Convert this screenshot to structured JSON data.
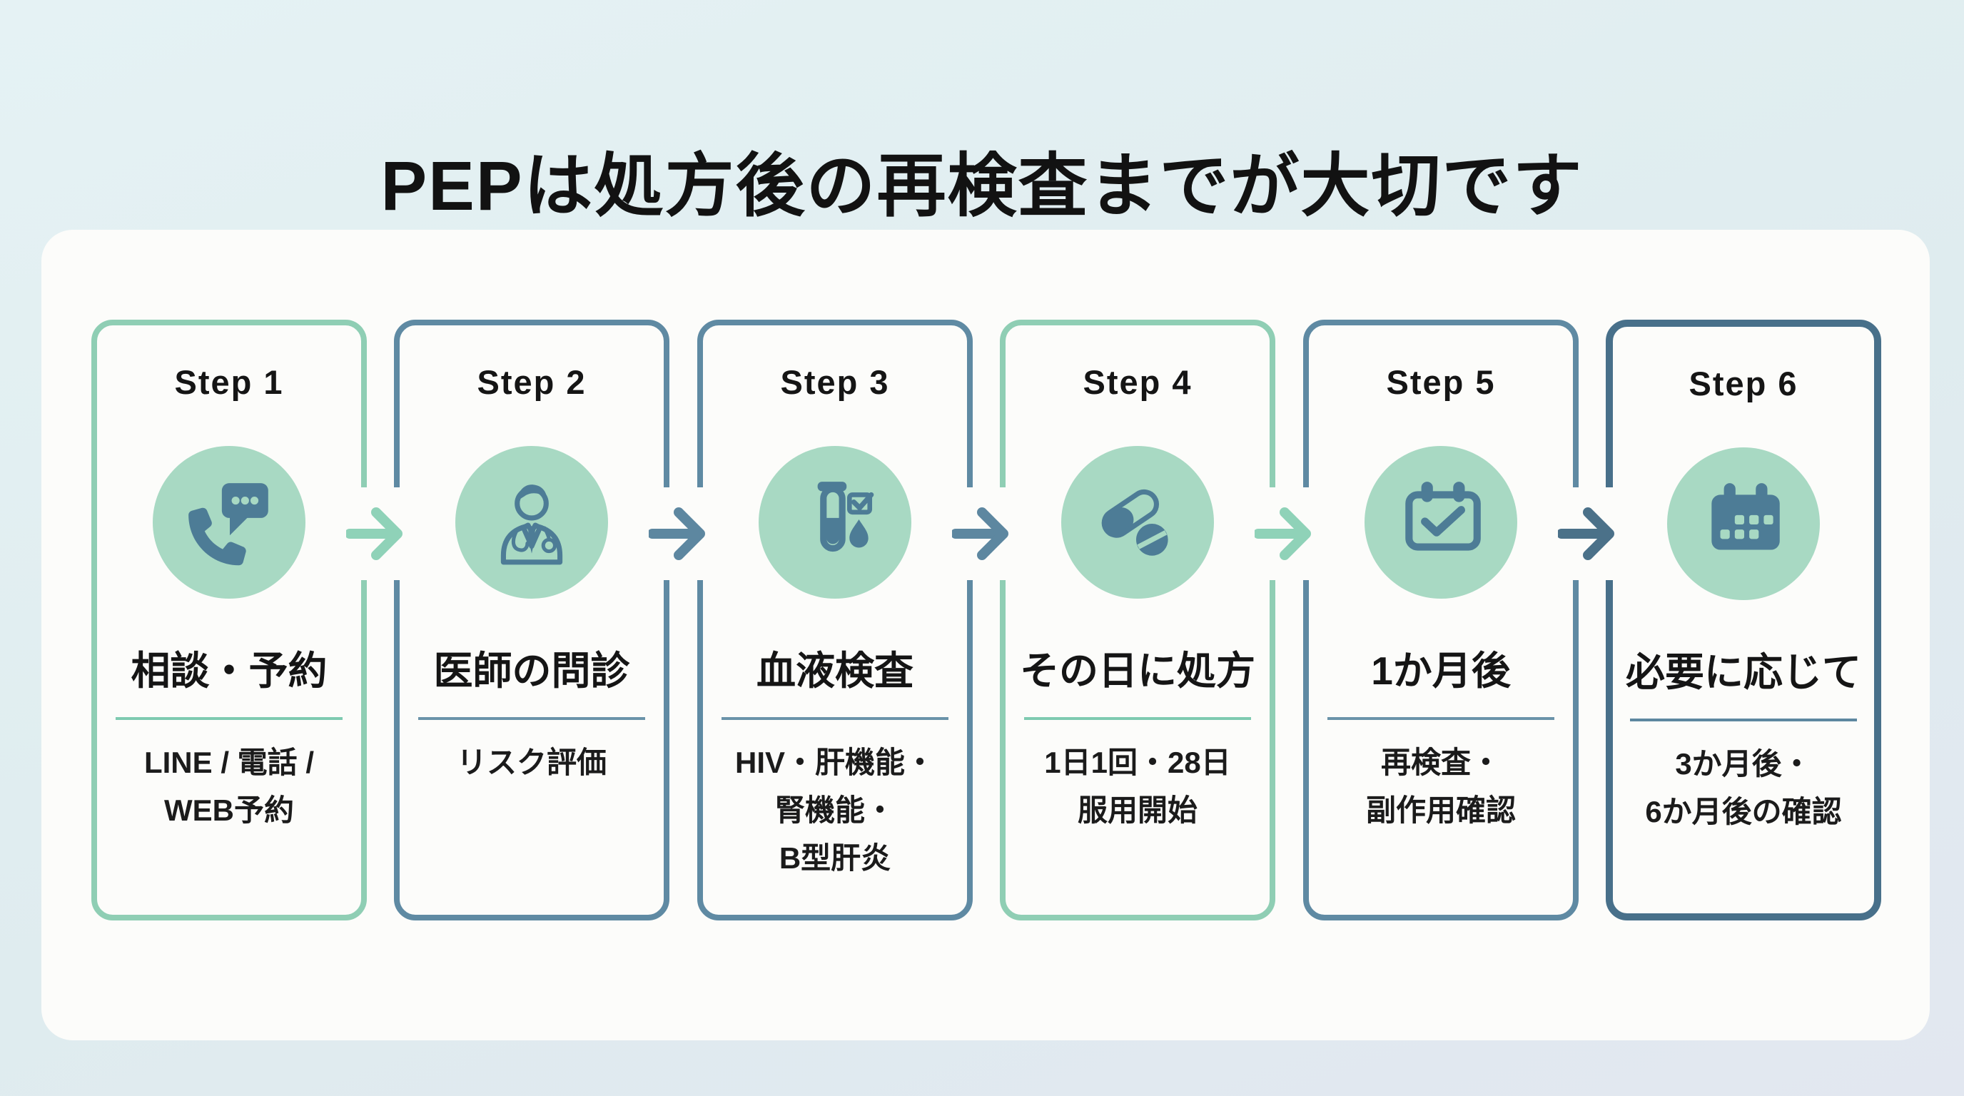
{
  "title": "PEPは処方後の再検査までが大切です",
  "steps": [
    {
      "label": "Step 1",
      "heading": "相談・予約",
      "sub": "LINE / 電話 /\nWEB予約",
      "icon": "phone-chat-icon",
      "theme": "mint"
    },
    {
      "label": "Step 2",
      "heading": "医師の問診",
      "sub": "リスク評価",
      "icon": "doctor-icon",
      "theme": "slate"
    },
    {
      "label": "Step 3",
      "heading": "血液検査",
      "sub": "HIV・肝機能・\n腎機能・\nB型肝炎",
      "icon": "blood-test-icon",
      "theme": "slate"
    },
    {
      "label": "Step 4",
      "heading": "その日に処方",
      "sub": "1日1回・28日\n服用開始",
      "icon": "pills-icon",
      "theme": "mint"
    },
    {
      "label": "Step 5",
      "heading": "1か月後",
      "sub": "再検査・\n副作用確認",
      "icon": "calendar-check-icon",
      "theme": "slate"
    },
    {
      "label": "Step 6",
      "heading": "必要に応じて",
      "sub": "3か月後・\n6か月後の確認",
      "icon": "calendar-grid-icon",
      "theme": "dark"
    }
  ],
  "arrows": [
    {
      "from": "Step 1",
      "to": "Step 2",
      "color": "#8fd2b8"
    },
    {
      "from": "Step 2",
      "to": "Step 3",
      "color": "#5d87a0"
    },
    {
      "from": "Step 3",
      "to": "Step 4",
      "color": "#5d87a0"
    },
    {
      "from": "Step 4",
      "to": "Step 5",
      "color": "#8fd2b8"
    },
    {
      "from": "Step 5",
      "to": "Step 6",
      "color": "#4b7189"
    }
  ],
  "colors": {
    "page_background": "#e1edf0",
    "panel_background": "#fcfcfa",
    "mint_border": "#8fceb4",
    "slate_border": "#5f8aa3",
    "dark_slate_border": "#48708a",
    "icon_slate": "#4d7c96",
    "icon_circle_mint": "#a8d9c3",
    "text": "#1a1a1a"
  }
}
